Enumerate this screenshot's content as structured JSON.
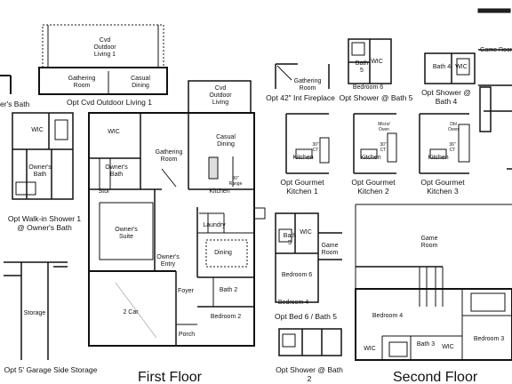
{
  "titles": {
    "first_floor": "First Floor",
    "second_floor": "Second Floor"
  },
  "captions": {
    "owners_bath_partial": "er's Bath",
    "cvd_outdoor_living_1": "Opt Cvd Outdoor Living 1",
    "fireplace": "Opt 42\" Int Fireplace",
    "shower_bath_5": "Opt Shower @ Bath 5",
    "shower_bath_4": "Opt Shower @\nBath 4",
    "gourmet_kitchen_1": "Opt Gourmet\nKitchen 1",
    "gourmet_kitchen_2": "Opt Gourmet\nKitchen 2",
    "gourmet_kitchen_3": "Opt Gourmet\nKitchen 3",
    "walkin_shower_1": "Opt Walk-in Shower 1\n@ Owner's Bath",
    "bed6_bath5": "Opt Bed 6 / Bath 5",
    "garage_side_storage": "Opt 5' Garage Side Storage",
    "shower_bath_2": "Opt Shower @ Bath 2"
  },
  "rooms": {
    "cvd_outdoor_living_1": "Cvd\nOutdoor\nLiving 1",
    "gathering_room_opt": "Gathering\nRoom",
    "casual_dining_opt": "Casual\nDining",
    "wic_left": "WIC",
    "owners_bath_left": "Owner's\nBath",
    "storage_left": "Storage",
    "cvd_outdoor_living": "Cvd\nOutdoor\nLiving",
    "wic": "WIC",
    "owners_bath": "Owner's\nBath",
    "stor": "Stor",
    "gathering_room": "Gathering\nRoom",
    "casual_dining": "Casual\nDining",
    "kitchen": "Kitchen",
    "range_30": "30\"\nRange",
    "laundry": "Laundry",
    "owners_suite": "Owner's\nSuite",
    "owners_entry": "Owner's\nEntry",
    "dining": "Dining",
    "foyer": "Foyer",
    "bath_2": "Bath 2",
    "two_car": "2 Car",
    "bedroom_2": "Bedroom 2",
    "porch": "Porch",
    "fp_gathering_room": "Gathering\nRoom",
    "bath_5_top": "Bath\n5",
    "wic_bedroom6_top": "WIC",
    "bedroom_6_top": "Bedroom 6",
    "bath_4_top": "Bath 4",
    "wic_bath4_top": "WIC",
    "game_room_partial": "Game Room",
    "kitchen_1": "Kitchen",
    "kitchen_2": "Kitchen",
    "kitchen_3": "Kitchen",
    "ct_1": "30\"\nCT",
    "ct_2": "30\"\nCT",
    "ct_3": "36\"\nCT",
    "micro_oven": "Micro/\nOven",
    "dbl_oven": "Dbl\nOven",
    "bath_5": "Bath\n5",
    "wic_bed6": "WIC",
    "game_room_opt": "Game\nRoom",
    "bedroom_6": "Bedroom 6",
    "bedroom_4_opt": "Bedroom 4",
    "game_room": "Game\nRoom",
    "bedroom_4": "Bedroom 4",
    "bath_3": "Bath 3",
    "wic_bedroom4": "WIC",
    "wic_bedroom3": "WIC",
    "bedroom_3": "Bedroom 3"
  }
}
